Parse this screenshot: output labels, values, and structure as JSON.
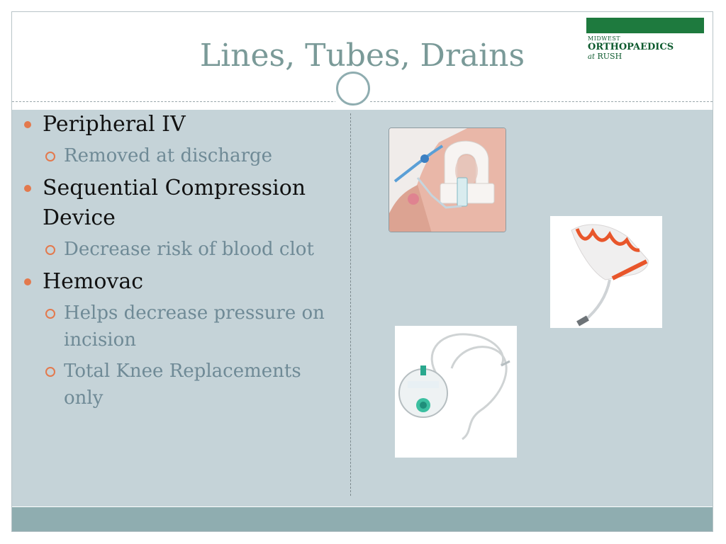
{
  "slide": {
    "title": "Lines, Tubes, Drains",
    "logo": {
      "line1": "MIDWEST",
      "line2": "ORTHOPAEDICS",
      "line3_prefix": "at",
      "line3_name": "RUSH"
    },
    "bullets": [
      {
        "text": "Peripheral IV",
        "sub": [
          "Removed at discharge"
        ]
      },
      {
        "text": "Sequential Compression Device",
        "sub": [
          "Decrease risk of blood clot"
        ]
      },
      {
        "text": "Hemovac",
        "sub": [
          "Helps decrease pressure on incision",
          "Total Knee Replacements only"
        ]
      }
    ]
  },
  "colors": {
    "title": "#7a9a98",
    "content_bg": "#c5d3d8",
    "footer_bg": "#8fadb0",
    "bullet": "#e3794d",
    "sub_text": "#6f8a96",
    "logo_green": "#1e7a3e"
  }
}
